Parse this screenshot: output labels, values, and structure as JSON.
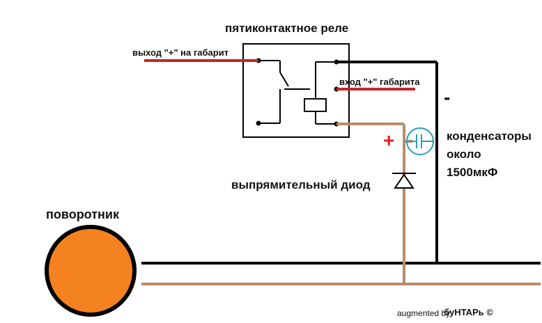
{
  "relay_title": "пятиконтактное реле",
  "output_label": "выход \"+\" на габарит",
  "input_label": "вход \"+\" габарита",
  "capacitor_label_line1": "конденсаторы",
  "capacitor_label_line2": "около",
  "capacitor_label_line3": "1500мкФ",
  "diode_label": "выпрямительный диод",
  "turn_signal_label": "поворотник",
  "plus_sign": "+",
  "minus_sign": "-",
  "credit_prefix": "augmented by",
  "credit_author": "бyHTAPь ©",
  "colors": {
    "red_wire": "#c0282a",
    "brown_wire": "#b88c6a",
    "black_wire": "#000000",
    "lamp_fill": "#f58220",
    "capacitor": "#2a9dbf",
    "plus": "#e02020"
  }
}
